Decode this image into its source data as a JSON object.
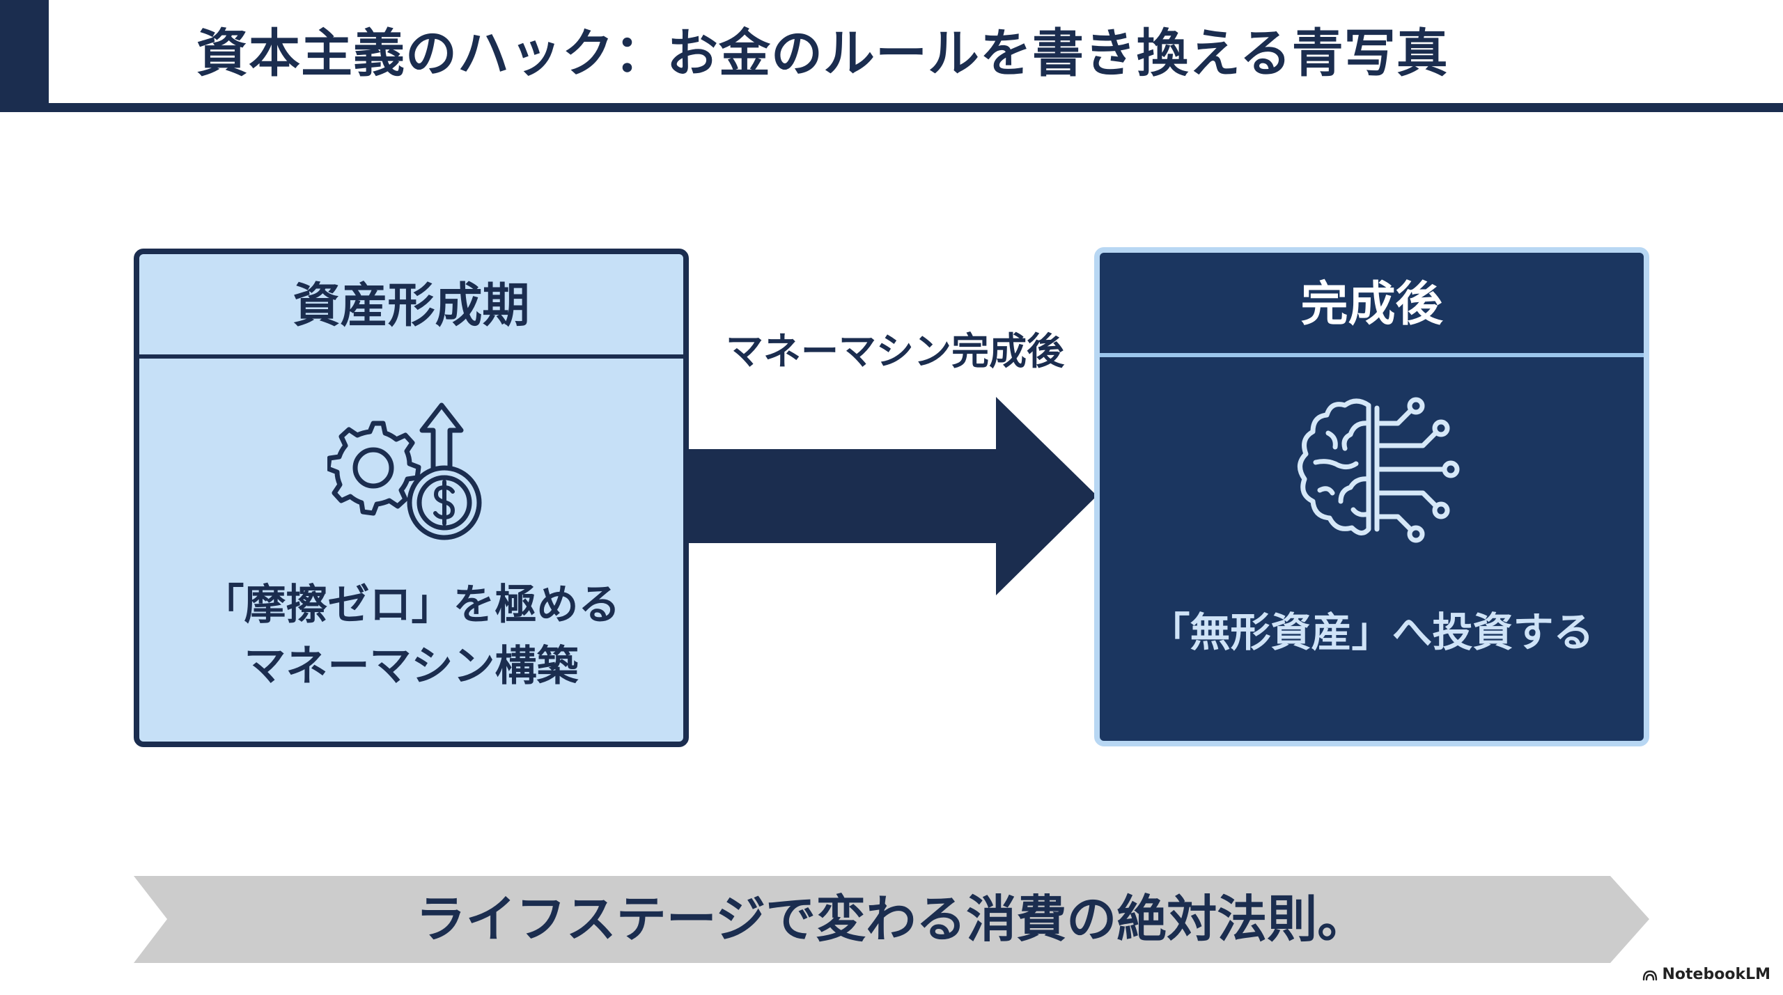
{
  "title": "資本主義のハック：お金のルールを書き換える青写真",
  "left_box": {
    "heading": "資産形成期",
    "icon": "gear-dollar-growth-icon",
    "text_lines": [
      "「摩擦ゼロ」を極める",
      "マネーマシン構築"
    ]
  },
  "arrow": {
    "label": "マネーマシン完成後"
  },
  "right_box": {
    "heading": "完成後",
    "icon": "brain-circuit-icon",
    "text_lines": [
      "「無形資産」へ投資する"
    ]
  },
  "footer": {
    "text": "ライフステージで変わる消費の絶対法則。"
  },
  "brand": {
    "icon": "notebooklm-logo-icon",
    "label": "NotebookLM"
  },
  "colors": {
    "navy": "#1b2d4f",
    "dark_panel": "#1b3660",
    "light_panel": "#c6e0f7",
    "light_border": "#b8d7f3",
    "chevron_gray": "#cccccc"
  }
}
